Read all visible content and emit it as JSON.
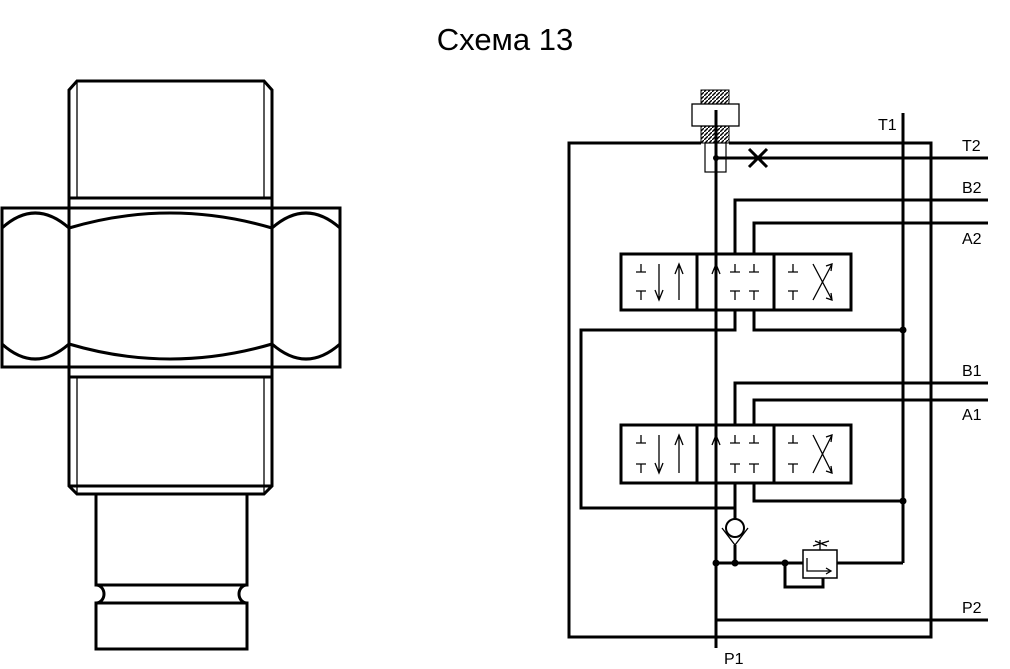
{
  "title": "Схема 13",
  "ports": {
    "t1": "T1",
    "t2": "T2",
    "b2": "B2",
    "a2": "A2",
    "b1": "B1",
    "a1": "A1",
    "p2": "P2",
    "p1": "P1"
  },
  "colors": {
    "line": "#000000",
    "background": "#ffffff"
  }
}
